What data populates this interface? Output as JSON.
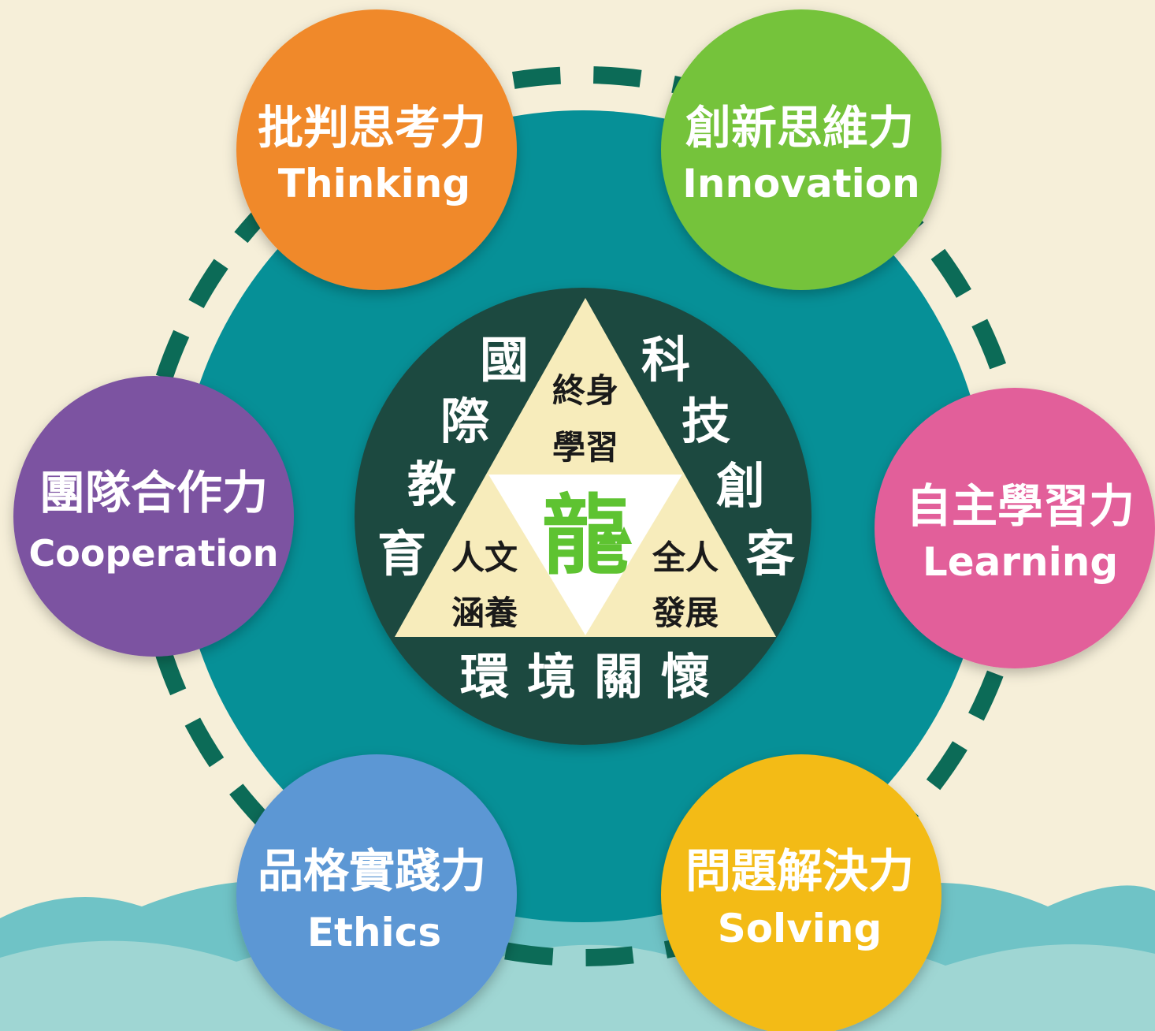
{
  "palette": {
    "background": "#f6efd9",
    "wave_light": "#9fd6d3",
    "wave_dark": "#6fc3c6",
    "outer_ring": "#069097",
    "dashed_ring": "#0c6b57",
    "inner_disc": "#1e4a3f",
    "triangle": "#f7ecbb",
    "center_triangle": "#ffffff",
    "dragon": "#5ec331"
  },
  "outer_labels": {
    "thinking": {
      "zh": "批判思考力",
      "en": "Thinking",
      "color": "#f0892c",
      "icon": "none"
    },
    "innovation": {
      "zh": "創新思維力",
      "en": "Innovation",
      "color": "#74c33b"
    },
    "learning": {
      "zh": "自主學習力",
      "en": "Learning",
      "color": "#e25f9a"
    },
    "solving": {
      "zh": "問題解決力",
      "en": "Solving",
      "color": "#f3bb12"
    },
    "ethics": {
      "zh": "品格實踐力",
      "en": "Ethics",
      "color": "#5b97d4"
    },
    "cooperation": {
      "zh": "團隊合作力",
      "en": "Cooperation",
      "color": "#7b52a1"
    }
  },
  "side_labels": {
    "international": [
      "國",
      "際",
      "教",
      "育"
    ],
    "technology": [
      "科",
      "技",
      "創",
      "客"
    ],
    "environment": [
      "環",
      "境",
      "關",
      "懷"
    ]
  },
  "triangle_labels": {
    "top": [
      "終身",
      "學習"
    ],
    "left": [
      "人文",
      "涵養"
    ],
    "right": [
      "全人",
      "發展"
    ]
  },
  "logo": {
    "name": "dragon-logo-icon",
    "glyph": "龍"
  }
}
